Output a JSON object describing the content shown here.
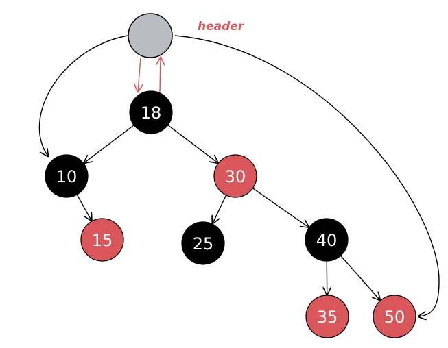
{
  "header": {
    "label": "header",
    "fill": "#b9bcc2"
  },
  "colors": {
    "black_node": "#000000",
    "red_node": "#d9565a",
    "header_text": "#d9565a",
    "parent_link": "#d9565a",
    "edge": "#000000"
  },
  "nodes": [
    {
      "id": "n18",
      "label": "18",
      "color": "black"
    },
    {
      "id": "n10",
      "label": "10",
      "color": "black"
    },
    {
      "id": "n30",
      "label": "30",
      "color": "red"
    },
    {
      "id": "n15",
      "label": "15",
      "color": "red"
    },
    {
      "id": "n25",
      "label": "25",
      "color": "black"
    },
    {
      "id": "n40",
      "label": "40",
      "color": "black"
    },
    {
      "id": "n35",
      "label": "35",
      "color": "red"
    },
    {
      "id": "n50",
      "label": "50",
      "color": "red"
    }
  ],
  "edges": [
    {
      "from": "n18",
      "to": "n10"
    },
    {
      "from": "n18",
      "to": "n30"
    },
    {
      "from": "n10",
      "to": "n15"
    },
    {
      "from": "n30",
      "to": "n25"
    },
    {
      "from": "n30",
      "to": "n40"
    },
    {
      "from": "n40",
      "to": "n35"
    },
    {
      "from": "n40",
      "to": "n50"
    }
  ],
  "header_links": {
    "parent": "n18",
    "leftmost": "n10",
    "rightmost": "n50"
  }
}
